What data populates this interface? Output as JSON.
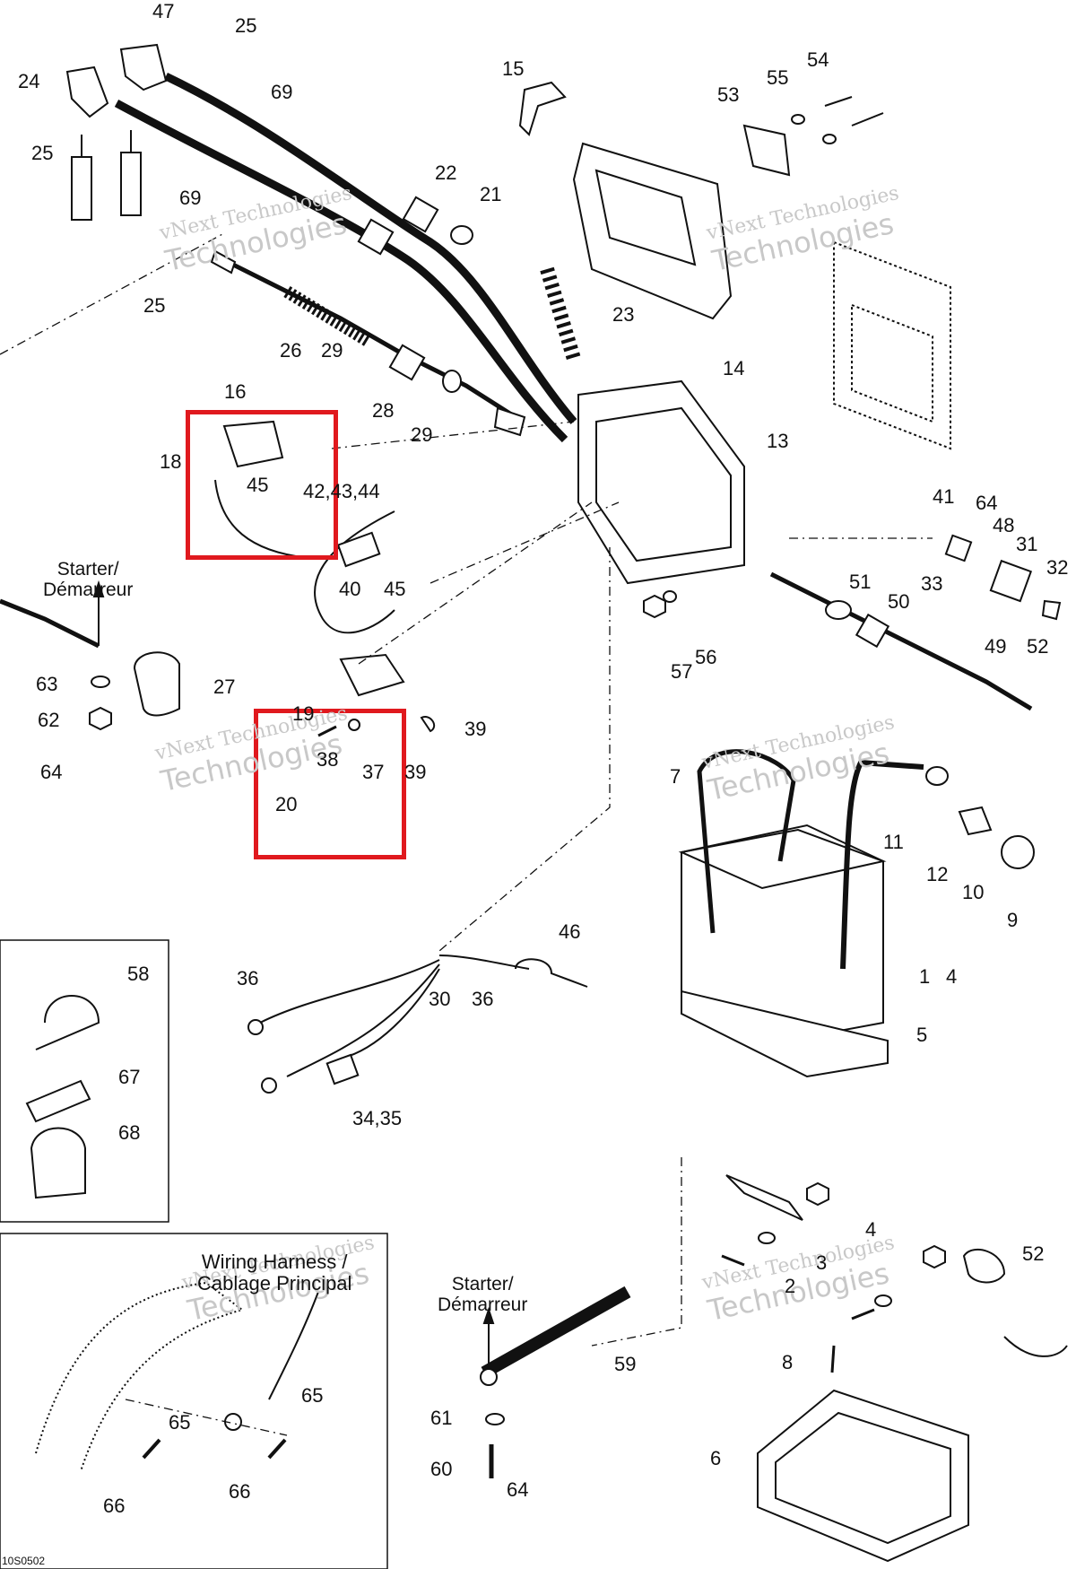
{
  "labels": {
    "l1": "47",
    "l2": "25",
    "l3": "24",
    "l4": "69",
    "l5": "25",
    "l6": "69",
    "l7": "15",
    "l8": "53",
    "l9": "55",
    "l10": "54",
    "l11": "22",
    "l12": "21",
    "l13": "23",
    "l14": "14",
    "l15": "25",
    "l16": "26",
    "l17": "29",
    "l18": "28",
    "l19": "29",
    "l20": "16",
    "l21": "18",
    "l22": "45",
    "l23": "42,43,44",
    "l24": "40",
    "l25": "45",
    "l26": "13",
    "l27": "41",
    "l28": "64",
    "l29": "48",
    "l30": "31",
    "l31": "32",
    "l32": "33",
    "l33": "51",
    "l34": "50",
    "l35": "57",
    "l36": "56",
    "l37": "49",
    "l38": "52",
    "l39": "63",
    "l40": "27",
    "l41": "62",
    "l42": "64",
    "l43": "19",
    "l44": "39",
    "l45": "37",
    "l46": "39",
    "l47": "20",
    "l48": "38",
    "l49": "7",
    "l50": "11",
    "l51": "12",
    "l52": "10",
    "l53": "9",
    "l54": "1",
    "l55": "4",
    "l56": "5",
    "l57": "58",
    "l58": "67",
    "l59": "68",
    "l60": "36",
    "l61": "46",
    "l62": "30",
    "l63": "36",
    "l64": "34,35",
    "l65": "4",
    "l66": "52",
    "l67": "3",
    "l68": "2",
    "l69": "59",
    "l70": "8",
    "l71": "61",
    "l72": "60",
    "l73": "64",
    "l74": "6",
    "l75": "65",
    "l76": "65",
    "l77": "66",
    "l78": "66"
  },
  "callouts": {
    "starter_1": "Starter/\nDémarreur",
    "starter_2": "Starter/\nDémarreur",
    "harness": "Wiring Harness /\nCablage Principal"
  },
  "watermark": {
    "line1": "vNext Technologies",
    "line2": "Technologies"
  },
  "figure_code": "10S0502",
  "colors": {
    "highlight": "#e0191e",
    "ink": "#111111",
    "watermark": "#c8c8c8"
  }
}
